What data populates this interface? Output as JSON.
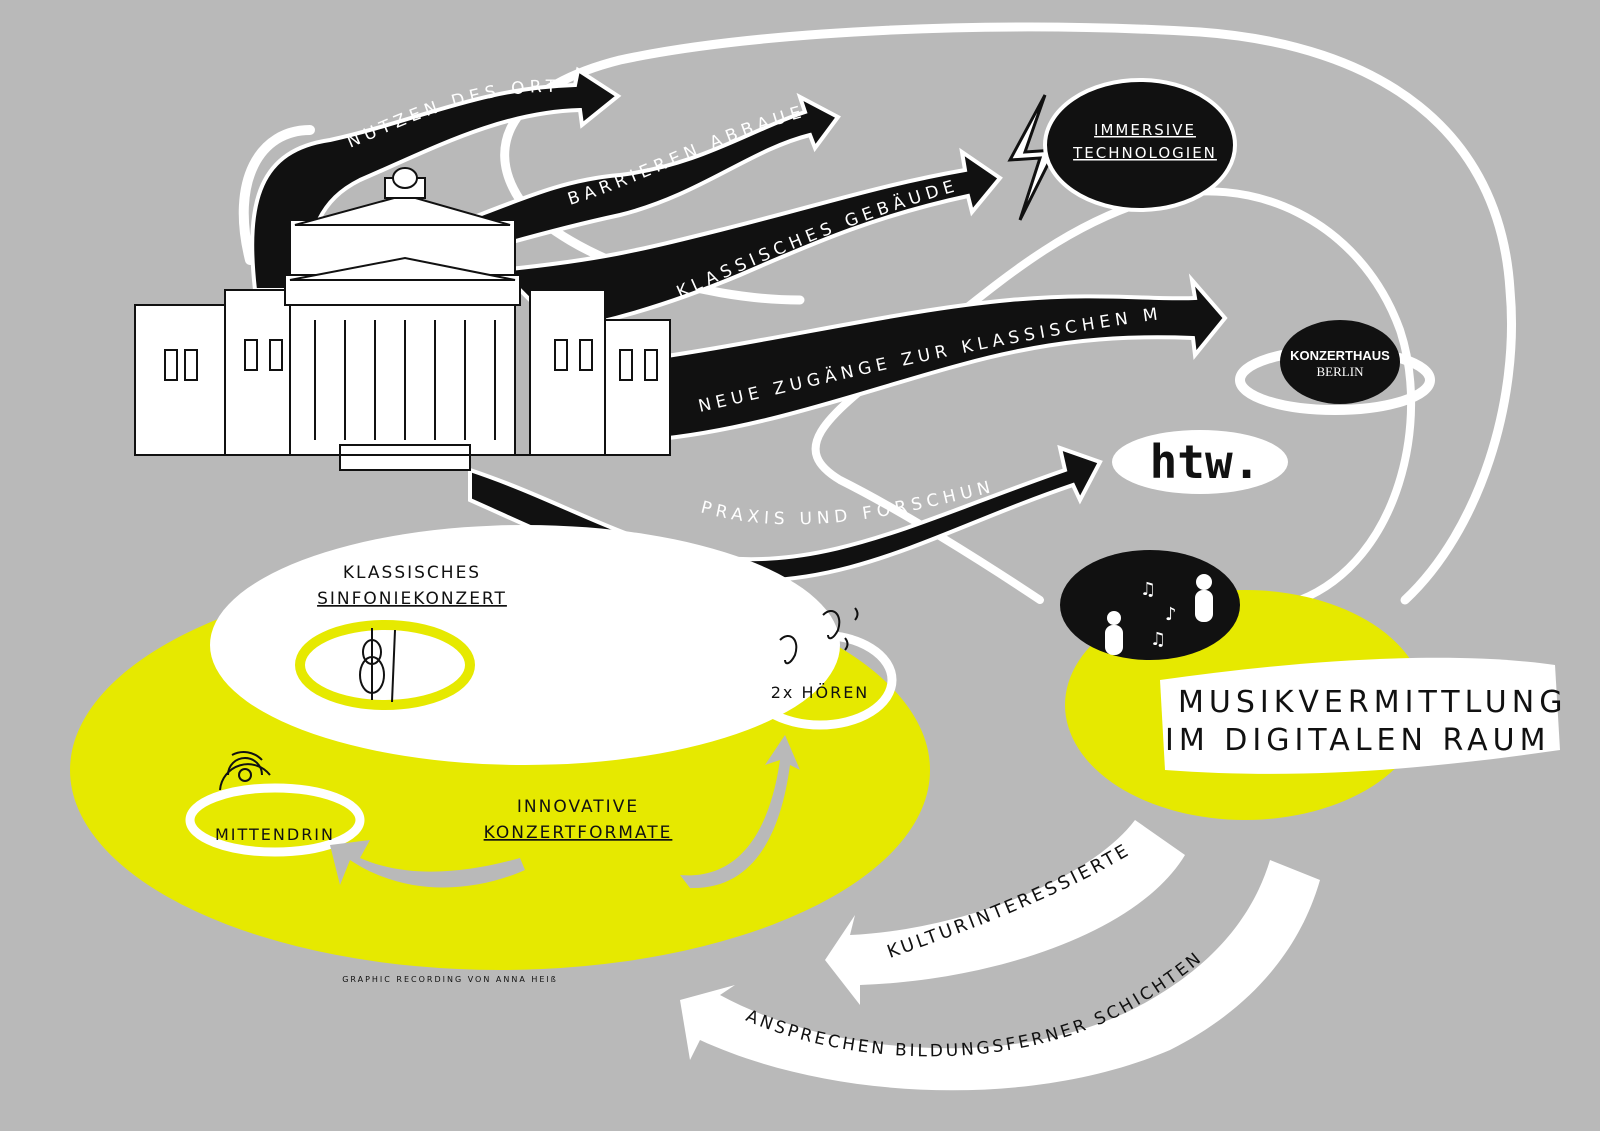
{
  "arrows": {
    "nutzen": "NUTZEN DES ORTES",
    "barrieren": "BARRIEREN ABBAUEN",
    "klassisches_gebaeude": "KLASSISCHES GEBÄUDE",
    "neue_zugaenge": "NEUE ZUGÄNGE ZUR KLASSISCHEN MUSIK",
    "praxis": "PRAXIS UND FORSCHUNG",
    "kulturinteressierte": "KULTURINTERESSIERTE",
    "ansprechen": "ANSPRECHEN BILDUNGSFERNER SCHICHTEN"
  },
  "immersive": {
    "line1": "IMMERSIVE",
    "line2": "TECHNOLOGIEN"
  },
  "logos": {
    "konzerthaus_line1": "KONZERTHAUS",
    "konzerthaus_line2": "BERLIN",
    "htw": "htw."
  },
  "left_cluster": {
    "sinfonie_line1": "KLASSISCHES",
    "sinfonie_line2": "SINFONIEKONZERT",
    "hoeren": "2x HÖREN",
    "mittendrin": "MITTENDRIN",
    "innovative_line1": "INNOVATIVE",
    "innovative_line2": "KONZERTFORMATE",
    "credit": "GRAPHIC RECORDING VON ANNA HEIß"
  },
  "right_cluster": {
    "musik_line1": "MUSIKVERMITTLUNG",
    "musik_line2": "IM DIGITALEN RAUM"
  },
  "colors": {
    "background": "#b9b9b9",
    "accent_yellow": "#e6e900",
    "ink": "#111111",
    "paper": "#ffffff"
  }
}
